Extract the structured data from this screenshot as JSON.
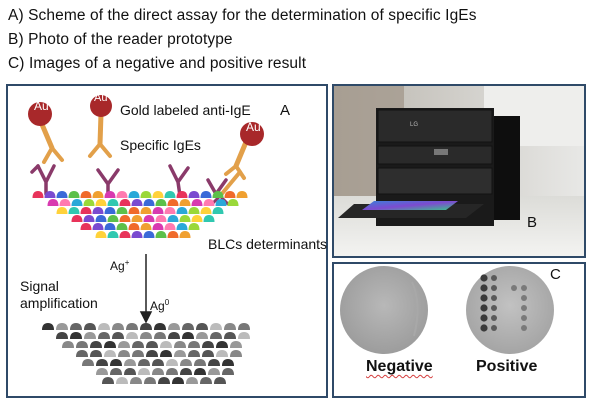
{
  "captions": {
    "a": "A) Scheme of the direct assay for the determination of specific IgEs",
    "b": "B) Photo of the reader prototype",
    "c": "C) Images of a negative and positive result"
  },
  "panel_a": {
    "letter": "A",
    "gold_label": "Gold labeled anti-IgE",
    "specific_label": "Specific IgEs",
    "blc_label": "BLCs determinants",
    "ag_plus": "Ag",
    "ag_plus_sup": "+",
    "ag_zero": "Ag",
    "ag_zero_sup": "0",
    "signal_line1": "Signal",
    "signal_line2": "amplification",
    "au": "Au",
    "colors": {
      "panel_border": "#2f4a68",
      "gold_ball": "#a8282a",
      "antibody_orange": "#e2a04a",
      "antibody_purple": "#8a3a6a"
    }
  },
  "panel_b": {
    "letter": "B",
    "device_brand": "LG"
  },
  "panel_c": {
    "letter": "C",
    "negative_label": "Negative",
    "positive_label": "Positive"
  }
}
